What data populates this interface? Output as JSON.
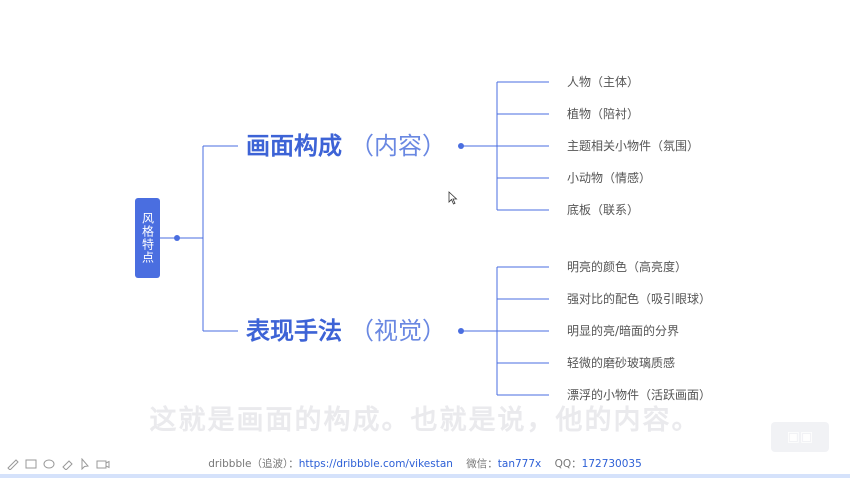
{
  "mindmap": {
    "root": "风格特点",
    "branches": [
      {
        "title": "画面构成",
        "subtitle": "（内容）",
        "children": [
          "人物（主体）",
          "植物（陪衬）",
          "主题相关小物件（氛围）",
          "小动物（情感）",
          "底板（联系）"
        ]
      },
      {
        "title": "表现手法",
        "subtitle": "（视觉）",
        "children": [
          "明亮的颜色（高亮度）",
          "强对比的配色（吸引眼球）",
          "明显的亮/暗面的分界",
          "轻微的磨砂玻璃质感",
          "漂浮的小物件（活跃画面）"
        ]
      }
    ]
  },
  "subtitle_caption": "这就是画面的构成。也就是说，他的内容。",
  "footer": {
    "dribbble_label": "dribbble（追波）：",
    "dribbble_url": "https://dribbble.com/vikestan",
    "wechat_label": "微信：",
    "wechat": "tan777x",
    "qq_label": "QQ：",
    "qq": "172730035"
  },
  "toolbar_icons": [
    "pen-icon",
    "screen-icon",
    "lasso-icon",
    "eraser-icon",
    "pointer-icon",
    "camera-icon"
  ],
  "colors": {
    "accent": "#3d63d6",
    "line": "#4a6ee0",
    "root_bg": "#4a6ee0"
  }
}
